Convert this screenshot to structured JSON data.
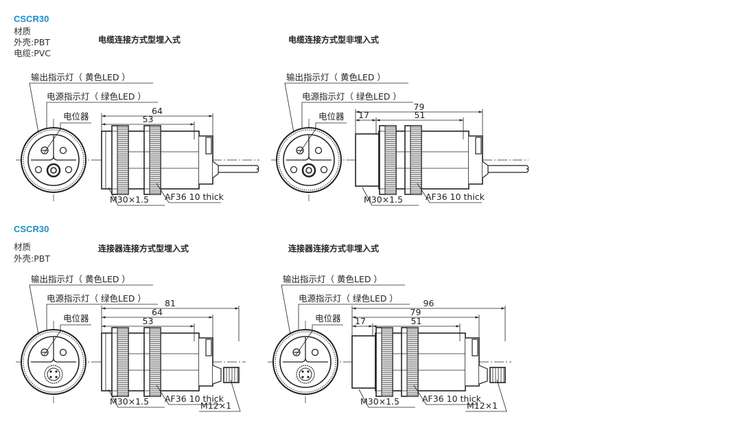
{
  "colors": {
    "title": "#1a8fc9",
    "line": "#222222"
  },
  "sections": [
    {
      "model": "CSCR30",
      "material": [
        "材质",
        "外壳:PBT",
        "电缆:PVC"
      ],
      "panels": [
        {
          "heading": "电缆连接方式型埋入式",
          "embedded": true,
          "connector": "cable",
          "labels": {
            "output_led": "输出指示灯（ 黄色LED ）",
            "power_led": "电源指示灯（ 绿色LED ）",
            "pot": "电位器"
          },
          "dims": [
            "64",
            "53"
          ],
          "thread": "M30×1.5",
          "nut": "AF36 10 thick"
        },
        {
          "heading": "电缆连接方式型非埋入式",
          "embedded": false,
          "connector": "cable",
          "labels": {
            "output_led": "输出指示灯（ 黄色LED ）",
            "power_led": "电源指示灯（ 绿色LED ）",
            "pot": "电位器"
          },
          "dims": [
            "79",
            "17",
            "51"
          ],
          "thread": "M30×1.5",
          "nut": "AF36 10 thick"
        }
      ]
    },
    {
      "model": "CSCR30",
      "material": [
        "材质",
        "外壳:PBT"
      ],
      "panels": [
        {
          "heading": "连接器连接方式型埋入式",
          "embedded": true,
          "connector": "plug",
          "labels": {
            "output_led": "输出指示灯（ 黄色LED ）",
            "power_led": "电源指示灯（ 绿色LED ）",
            "pot": "电位器"
          },
          "dims": [
            "81",
            "64",
            "53"
          ],
          "thread": "M30×1.5",
          "nut": "AF36 10 thick",
          "plug_thread": "M12×1"
        },
        {
          "heading": "连接器连接方式非埋入式",
          "embedded": false,
          "connector": "plug",
          "labels": {
            "output_led": "输出指示灯（ 黄色LED ）",
            "power_led": "电源指示灯（ 绿色LED ）",
            "pot": "电位器"
          },
          "dims": [
            "96",
            "79",
            "17",
            "51"
          ],
          "thread": "M30×1.5",
          "nut": "AF36 10 thick",
          "plug_thread": "M12×1"
        }
      ]
    }
  ]
}
